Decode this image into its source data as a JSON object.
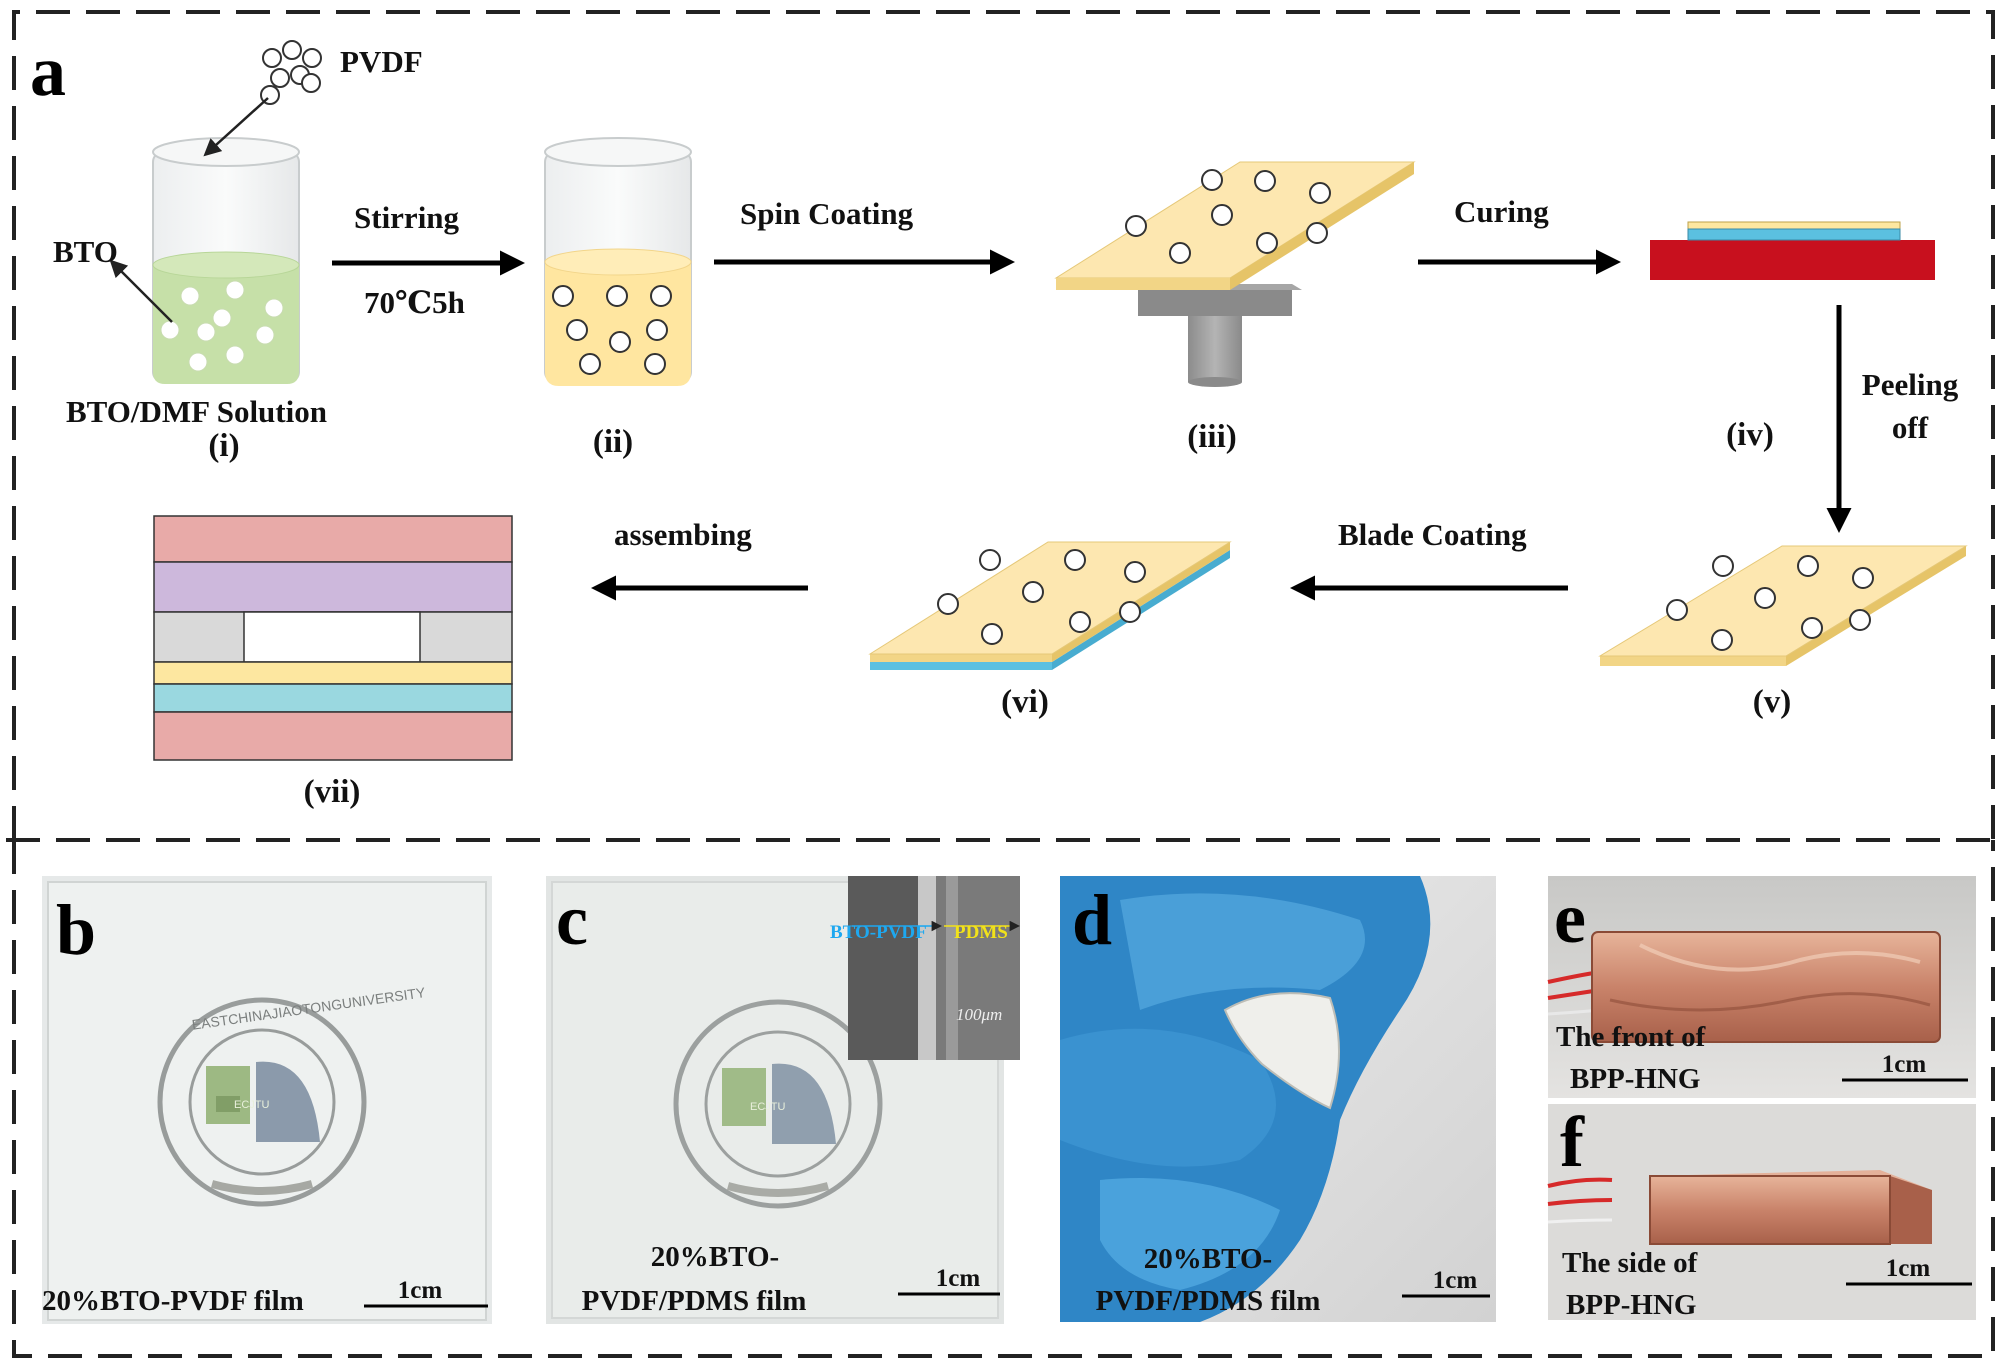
{
  "panel_a": {
    "letter": "a",
    "pvdf": "PVDF",
    "bto": "BTO",
    "bto_dmf": "BTO/DMF Solution",
    "stirring": "Stirring",
    "temp": "70℃5h",
    "spin_coating": "Spin Coating",
    "curing": "Curing",
    "peeling_1": "Peeling",
    "peeling_2": "off",
    "blade_coating": "Blade Coating",
    "assembing": "assembing",
    "steps": [
      "(i)",
      "(ii)",
      "(iii)",
      "(iv)",
      "(v)",
      "(vi)",
      "(vii)"
    ]
  },
  "panel_b": {
    "letter": "b",
    "caption": "20%BTO-PVDF film",
    "scale": "1cm"
  },
  "panel_c": {
    "letter": "c",
    "caption_1": "20%BTO-",
    "caption_2": "PVDF/PDMS film",
    "scale": "1cm",
    "inset_left": "BTO-PVDF",
    "inset_right": "PDMS",
    "inset_scale": "100μm"
  },
  "panel_d": {
    "letter": "d",
    "caption_1": "20%BTO-",
    "caption_2": "PVDF/PDMS film",
    "scale": "1cm"
  },
  "panel_e": {
    "letter": "e",
    "caption_1": "The front of",
    "caption_2": "BPP-HNG",
    "scale": "1cm"
  },
  "panel_f": {
    "letter": "f",
    "caption_1": "The side of",
    "caption_2": "BPP-HNG",
    "scale": "1cm"
  },
  "logo": {
    "ring_text": "EASTCHINAJIAOTONGUNIVERSITY",
    "badge": "ECJTU"
  },
  "colors": {
    "solution_green": "#c6e0a8",
    "solution_yellow": "#ffe6a0",
    "film_yellow": "#fde7b0",
    "film_blue": "#5bc0e0",
    "substrate_red": "#c8101e",
    "layer_pink": "#e8aaa8",
    "layer_purple": "#cdb8dc",
    "layer_gray": "#d9d9d9",
    "layer_yellow": "#fde7a0",
    "layer_cyan": "#9ad8e0",
    "inset_blue": "#1ea8f0",
    "inset_yellow": "#f2e21a"
  }
}
